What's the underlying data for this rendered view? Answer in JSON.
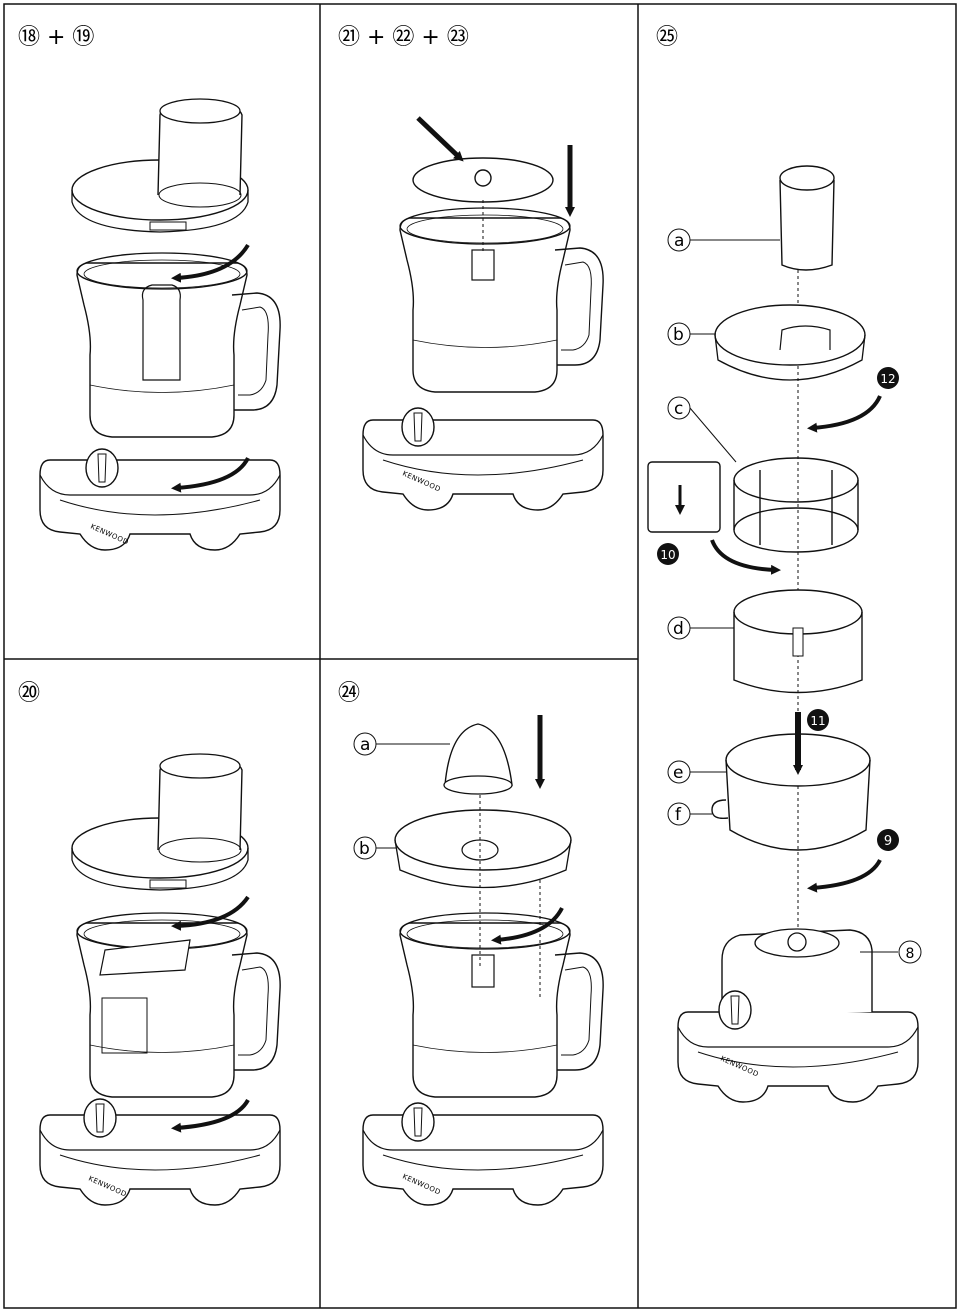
{
  "panels": [
    {
      "id": "p18",
      "title": "⑱ + ⑲"
    },
    {
      "id": "p21",
      "title": "㉑ + ㉒ + ㉓"
    },
    {
      "id": "p25",
      "title": "㉕"
    },
    {
      "id": "p20",
      "title": "⑳"
    },
    {
      "id": "p24",
      "title": "㉔"
    }
  ],
  "brand": "KENWOOD",
  "callouts_p24": {
    "a": "a",
    "b": "b"
  },
  "callouts_p25": {
    "a": "a",
    "b": "b",
    "c": "c",
    "d": "d",
    "e": "e",
    "f": "f"
  },
  "steps_p25": {
    "s8": "8",
    "s9": "9",
    "s10": "10",
    "s11": "11",
    "s12": "12"
  }
}
